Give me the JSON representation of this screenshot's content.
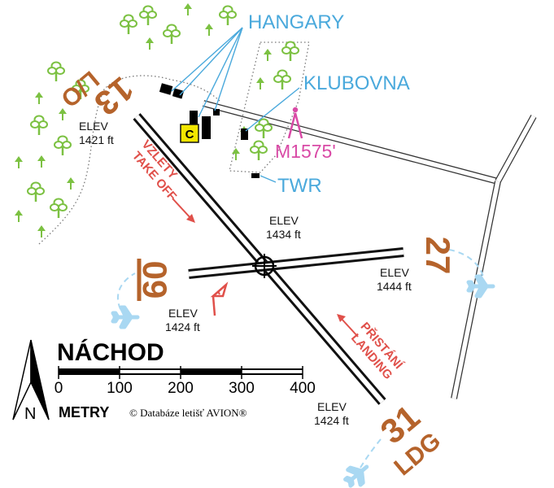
{
  "labels": {
    "hangary": "HANGARY",
    "klubovna": "KLUBOVNA",
    "twr": "TWR",
    "obstacle": "M1575'",
    "fuel": "C"
  },
  "runway_designators": {
    "r13": "13",
    "r31": "31",
    "r09": "09",
    "r27": "27",
    "r13_sub": "L/O",
    "r31_sub": "LDG"
  },
  "elevations": {
    "nw_label": "ELEV",
    "nw_value": "1421 ft",
    "center_label": "ELEV",
    "center_value": "1434 ft",
    "east_label": "ELEV",
    "east_value": "1444 ft",
    "west_label": "ELEV",
    "west_value": "1424 ft",
    "se_label": "ELEV",
    "se_value": "1424 ft"
  },
  "takeoff": {
    "line1": "VZLETY",
    "line2": "TAKE OFF"
  },
  "landing": {
    "line1": "PŘISTÁNÍ",
    "line2": "LANDING"
  },
  "title": "NÁCHOD",
  "north": "N",
  "scale": {
    "ticks": [
      "0",
      "100",
      "200",
      "300",
      "400"
    ],
    "unit": "METRY",
    "credit": "© Databáze letišť AVION®"
  },
  "colors": {
    "tree": "#7cc142",
    "blue": "#4aa9dc",
    "magenta": "#d94aa6",
    "runway_number": "#b5632b",
    "red": "#e0504a",
    "fuel": "#f2e600",
    "airplane": "#a9d8f2"
  },
  "icons": {
    "trees": "tree-icon",
    "small_trees": "small-tree-icon",
    "airplanes": "airplane-icon",
    "windsock": "windsock-icon",
    "arp": "crosshair-icon",
    "obstacle": "obstacle-icon"
  }
}
